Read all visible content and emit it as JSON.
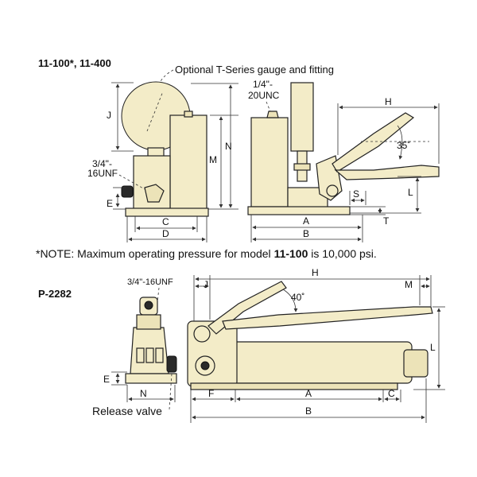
{
  "section1": {
    "title": "11-100*, 11-400",
    "callout": "Optional T-Series gauge and fitting",
    "thread_top_1": "1/4\"-",
    "thread_top_2": "20UNC",
    "thread_side_1": "3/4\"-",
    "thread_side_2": "16UNF",
    "dims": {
      "J": "J",
      "N": "N",
      "M": "M",
      "E": "E",
      "C": "C",
      "D": "D",
      "A": "A",
      "B": "B",
      "H": "H",
      "L": "L",
      "S": "S",
      "T": "T",
      "angle": "35˚"
    }
  },
  "note": {
    "prefix": "*NOTE: Maximum operating pressure for model ",
    "model": "11-100",
    "suffix": " is 10,000 psi."
  },
  "section2": {
    "title": "P-2282",
    "thread": "3/4\"-16UNF",
    "release": "Release valve",
    "dims": {
      "J": "J",
      "H": "H",
      "M": "M",
      "L": "L",
      "E": "E",
      "N": "N",
      "F": "F",
      "A": "A",
      "C": "C",
      "B": "B",
      "angle": "40˚"
    }
  }
}
